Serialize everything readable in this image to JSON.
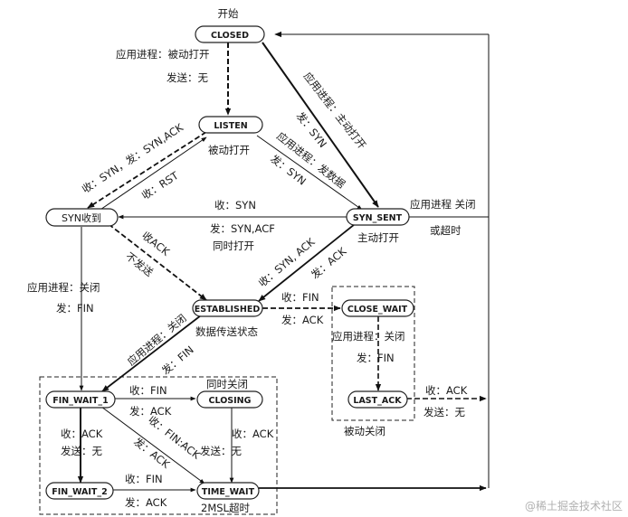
{
  "states": {
    "closed": "CLOSED",
    "listen": "LISTEN",
    "syn_rcvd": "SYN收到",
    "syn_sent": "SYN_SENT",
    "established": "ESTABLISHED",
    "close_wait": "CLOSE_WAIT",
    "last_ack": "LAST_ACK",
    "fin_wait_1": "FIN_WAIT_1",
    "closing": "CLOSING",
    "fin_wait_2": "FIN_WAIT_2",
    "time_wait": "TIME_WAIT"
  },
  "labels": {
    "start": "开始",
    "passive_open_app": "应用进程：被动打开",
    "passive_open_send": "发送：无",
    "active_open_app": "应用进程：主动打开",
    "active_open_send": "发：SYN",
    "send_data_app": "应用进程：发数据",
    "send_data_send": "发：SYN",
    "listen_to_synrcvd": "收：SYN，发：SYN,ACK",
    "synrcvd_to_listen": "收：RST",
    "passive_open_text": "被动打开",
    "simul_recv": "收：SYN",
    "simul_send": "发：SYN,ACF",
    "simul_open": "同时打开",
    "synsent_close_app": "应用进程 关闭",
    "synsent_close_timeout": "或超时",
    "active_open_text": "主动打开",
    "synrcvd_recv_ack": "收ACK",
    "synrcvd_no_send": "不发送",
    "synsent_to_est_recv": "收：SYN, ACK",
    "synsent_to_est_send": "发：ACK",
    "synrcvd_close_app": "应用进程：关闭",
    "synrcvd_close_send": "发：FIN",
    "est_recv_fin": "收：FIN",
    "est_send_ack": "发：ACK",
    "data_transfer": "数据传送状态",
    "est_close_app": "应用进程：关闭",
    "est_close_send": "发：FIN",
    "cw_close_app": "应用进程：关闭",
    "cw_close_send": "发：FIN",
    "la_recv_ack": "收：ACK",
    "la_send_none": "发送：无",
    "passive_close": "被动关闭",
    "fw1_recv_fin": "收：FIN",
    "fw1_send_ack": "发：ACK",
    "simul_close": "同时关闭",
    "fw1_recv_ack": "收：ACK",
    "fw1_send_none": "发送：无",
    "fw1_finack_recv": "收：FIN:ACK",
    "fw1_finack_send": "发：ACK",
    "closing_recv_ack": "收：ACK",
    "closing_send_none": "发送：无",
    "fw2_recv_fin": "收：FIN",
    "fw2_send_ack": "发：ACK",
    "msl_timeout": "2MSL超时",
    "watermark": "@稀土掘金技术社区"
  }
}
